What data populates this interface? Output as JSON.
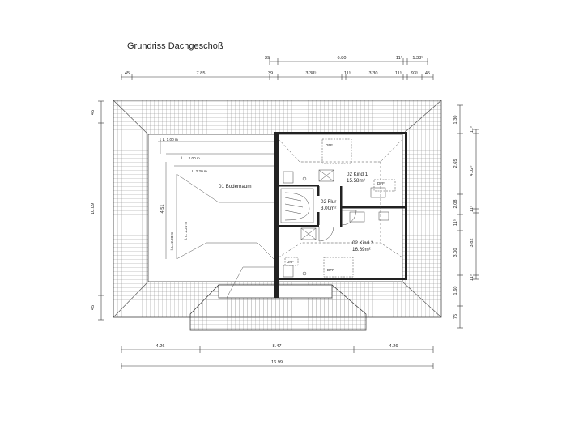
{
  "title": "Grundriss Dachgeschoß",
  "dims_top_upper": [
    {
      "id": "t39",
      "text": "39"
    },
    {
      "id": "t680",
      "text": "6.80"
    },
    {
      "id": "t115a",
      "text": "11⁵"
    },
    {
      "id": "t138",
      "text": "1.38⁵"
    }
  ],
  "dims_top_lower": [
    {
      "id": "l45a",
      "text": "45"
    },
    {
      "id": "l785",
      "text": "7.85"
    },
    {
      "id": "l39",
      "text": "39"
    },
    {
      "id": "l338",
      "text": "3.38⁵"
    },
    {
      "id": "l115b",
      "text": "11⁵"
    },
    {
      "id": "l330",
      "text": "3.30"
    },
    {
      "id": "l115c",
      "text": "11⁵"
    },
    {
      "id": "l93",
      "text": "93⁵"
    },
    {
      "id": "l45b",
      "text": "45"
    }
  ],
  "dims_left": [
    {
      "id": "v45a",
      "text": "45"
    },
    {
      "id": "v1009",
      "text": "10.09"
    },
    {
      "id": "v45b",
      "text": "45"
    }
  ],
  "dims_right": [
    {
      "id": "r130",
      "text": "1.30"
    },
    {
      "id": "r265",
      "text": "2.65"
    },
    {
      "id": "r208",
      "text": "2.08"
    },
    {
      "id": "r11a",
      "text": "11⁵"
    },
    {
      "id": "r300",
      "text": "3.00"
    },
    {
      "id": "r160",
      "text": "1.60"
    },
    {
      "id": "r75",
      "text": "75"
    }
  ],
  "dims_right_outer": [
    {
      "id": "o11a",
      "text": "11⁵"
    },
    {
      "id": "o402",
      "text": "4.02⁵"
    },
    {
      "id": "o11b",
      "text": "11⁵"
    },
    {
      "id": "o382",
      "text": "3.82"
    },
    {
      "id": "o11c",
      "text": "11⁵"
    }
  ],
  "dims_bottom": [
    {
      "id": "b426a",
      "text": "4.26"
    },
    {
      "id": "b847",
      "text": "8.47"
    },
    {
      "id": "b426b",
      "text": "4.26"
    }
  ],
  "dim_total": "16.99",
  "rooms": {
    "bodenraum": "01 Bodenraum",
    "kind1_name": "02 Kind 1",
    "kind1_area": "15.58m²",
    "flur_name": "02 Flur",
    "flur_area": "3.00m²",
    "kind2_name": "02 Kind 2",
    "kind2_area": "16.69m²"
  },
  "annotations": {
    "lh100": "l. L. 1.00 m",
    "lh200": "l. L. 2.00 m",
    "lh220": "l. L. 2.20 m",
    "lh220v": "l. L. 2.20 m",
    "lh200v": "l. L. 2.00 m",
    "d451": "4.51",
    "dff1": "DFF",
    "dff2": "DFF",
    "dff3": "DFF",
    "dff4": "DFF"
  }
}
